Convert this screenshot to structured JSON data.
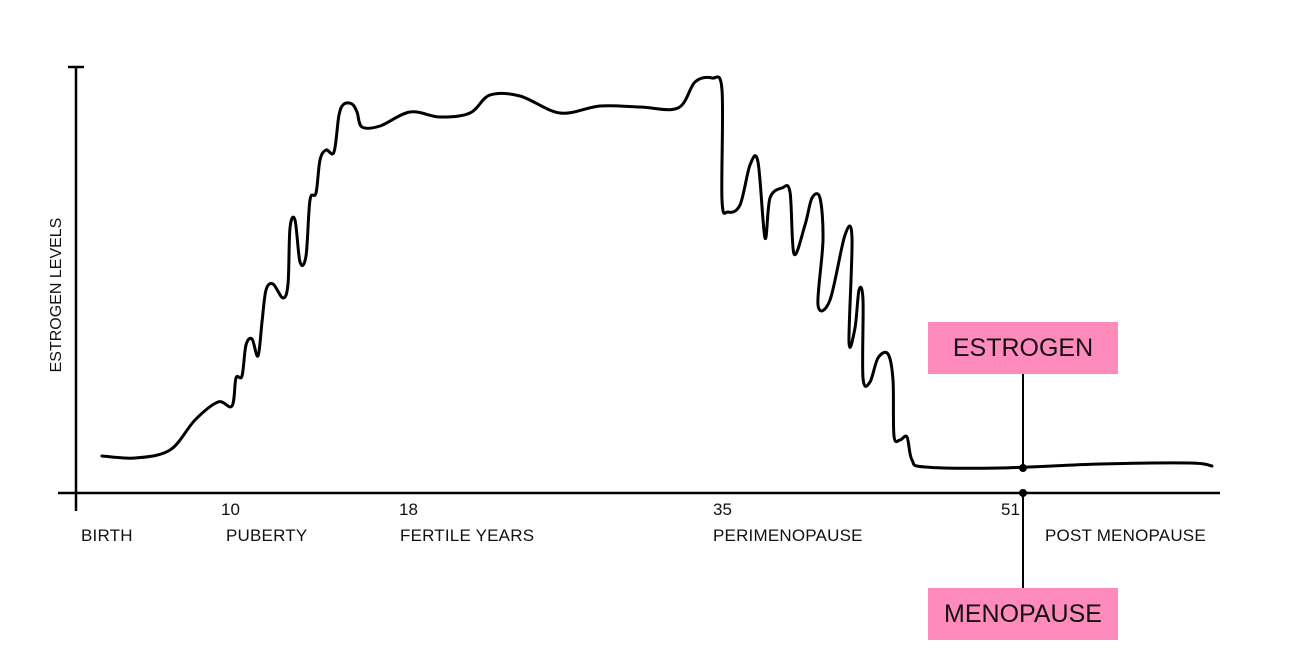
{
  "y_axis_label": "ESTROGEN LEVELS",
  "ages": {
    "puberty": "10",
    "fertile": "18",
    "perimenopause": "35",
    "menopause": "51"
  },
  "stages": {
    "birth": "BIRTH",
    "puberty": "PUBERTY",
    "fertile": "FERTILE YEARS",
    "perimenopause": "PERIMENOPAUSE",
    "post": "POST MENOPAUSE"
  },
  "callouts": {
    "curve": "ESTROGEN",
    "event": "MENOPAUSE"
  },
  "colors": {
    "highlight": "#ff8bbd",
    "line": "#000000"
  }
}
